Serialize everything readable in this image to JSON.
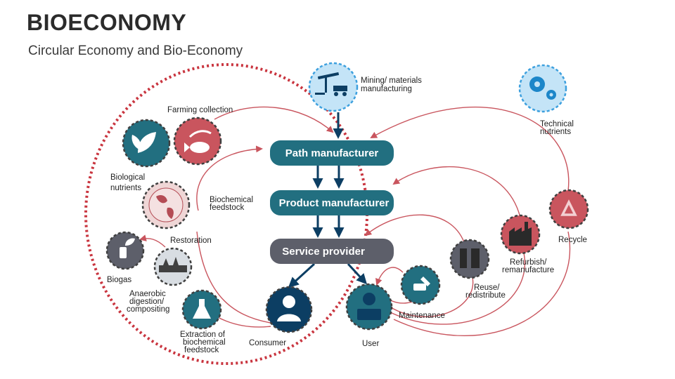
{
  "header": {
    "title": "BIOECONOMY",
    "subtitle": "Circular Economy and Bio-Economy"
  },
  "flow": {
    "path_manufacturer": "Path manufacturer",
    "product_manufacturer": "Product manufacturer",
    "service_provider": "Service provider"
  },
  "nodes": {
    "mining": [
      "Mining/ materials",
      "manufacturing"
    ],
    "technical_nutrients": [
      "Technical",
      "nutrients"
    ],
    "farming_collection": [
      "Farming collection"
    ],
    "biological_nutrients": [
      "Biological",
      "nutrients"
    ],
    "biochemical_feedstock": [
      "Biochemical",
      "feedstock"
    ],
    "restoration": [
      "Restoration"
    ],
    "biogas": [
      "Biogas"
    ],
    "anaerobic": [
      "Anaerobic",
      "digestion/",
      "compositing"
    ],
    "extraction": [
      "Extraction of",
      "biochemical",
      "feedstock"
    ],
    "consumer": [
      "Consumer"
    ],
    "user": [
      "User"
    ],
    "maintenance": [
      "Maintenance"
    ],
    "reuse": [
      "Reuse/",
      "redistribute"
    ],
    "refurbish": [
      "Refurbish/",
      "remanufacture"
    ],
    "recycle": [
      "Recycle"
    ]
  },
  "colors": {
    "teal": "#226f80",
    "navy": "#0c3e63",
    "red": "#c9555e",
    "gray": "#5d5f6a",
    "light_blue": "#3da0de",
    "pale_blue": "#c4e4f7",
    "dotted_red": "#c9353f"
  }
}
